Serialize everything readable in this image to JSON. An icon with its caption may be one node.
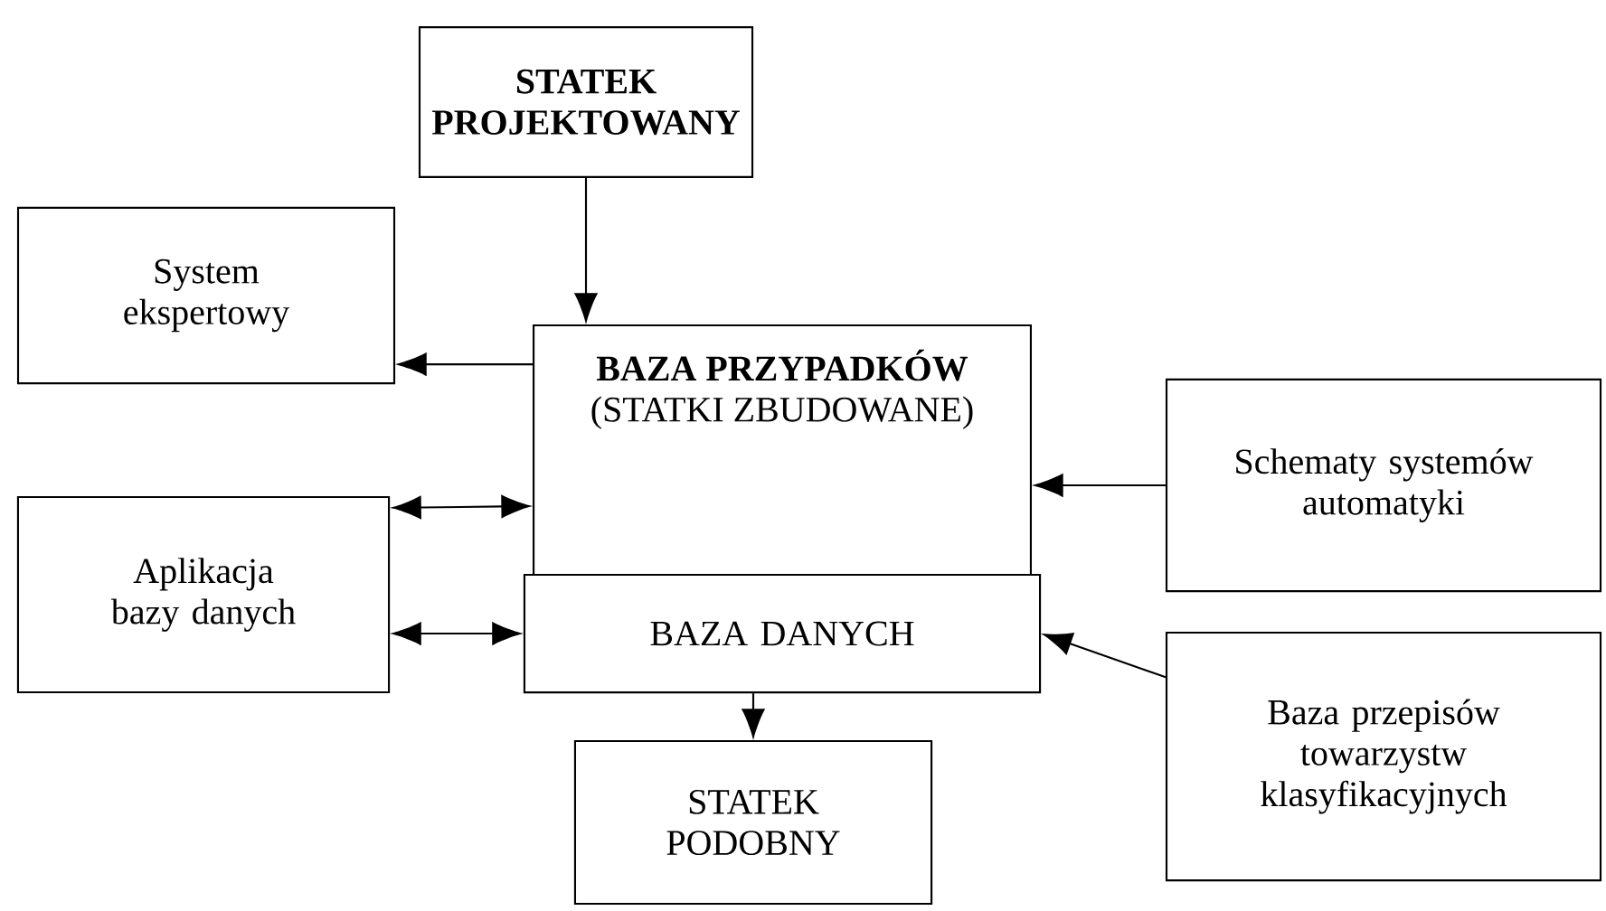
{
  "diagram": {
    "nodes": [
      {
        "text": [
          "STATEK PROJEKTOWANY"
        ]
      },
      {
        "text": [
          "System ekspertowy"
        ]
      },
      {
        "text": [
          "BAZA PRZYPADKÓW",
          "(STATKI ZBUDOWANE)"
        ]
      },
      {
        "text": [
          "Schematy systemów automatyki"
        ]
      },
      {
        "text": [
          "Aplikacja bazy danych"
        ]
      },
      {
        "text": [
          "BAZA DANYCH"
        ],
        "in": 2
      },
      {
        "text": [
          "Baza przepisów towarzystw klasyfikacyjnych"
        ]
      },
      {
        "text": [
          "STATEK PODOBNY"
        ]
      }
    ],
    "edges": [
      {
        "from": 0,
        "to": 2,
        "arrow": "to"
      },
      {
        "from": 2,
        "to": 1,
        "arrow": "to"
      },
      {
        "from": 3,
        "to": 2,
        "arrow": "to"
      },
      {
        "from": 4,
        "to": 2,
        "arrow": "both"
      },
      {
        "from": 4,
        "to": 5,
        "arrow": "both"
      },
      {
        "from": 6,
        "to": 5,
        "arrow": "to"
      },
      {
        "from": 5,
        "to": 7,
        "arrow": "to"
      }
    ]
  }
}
